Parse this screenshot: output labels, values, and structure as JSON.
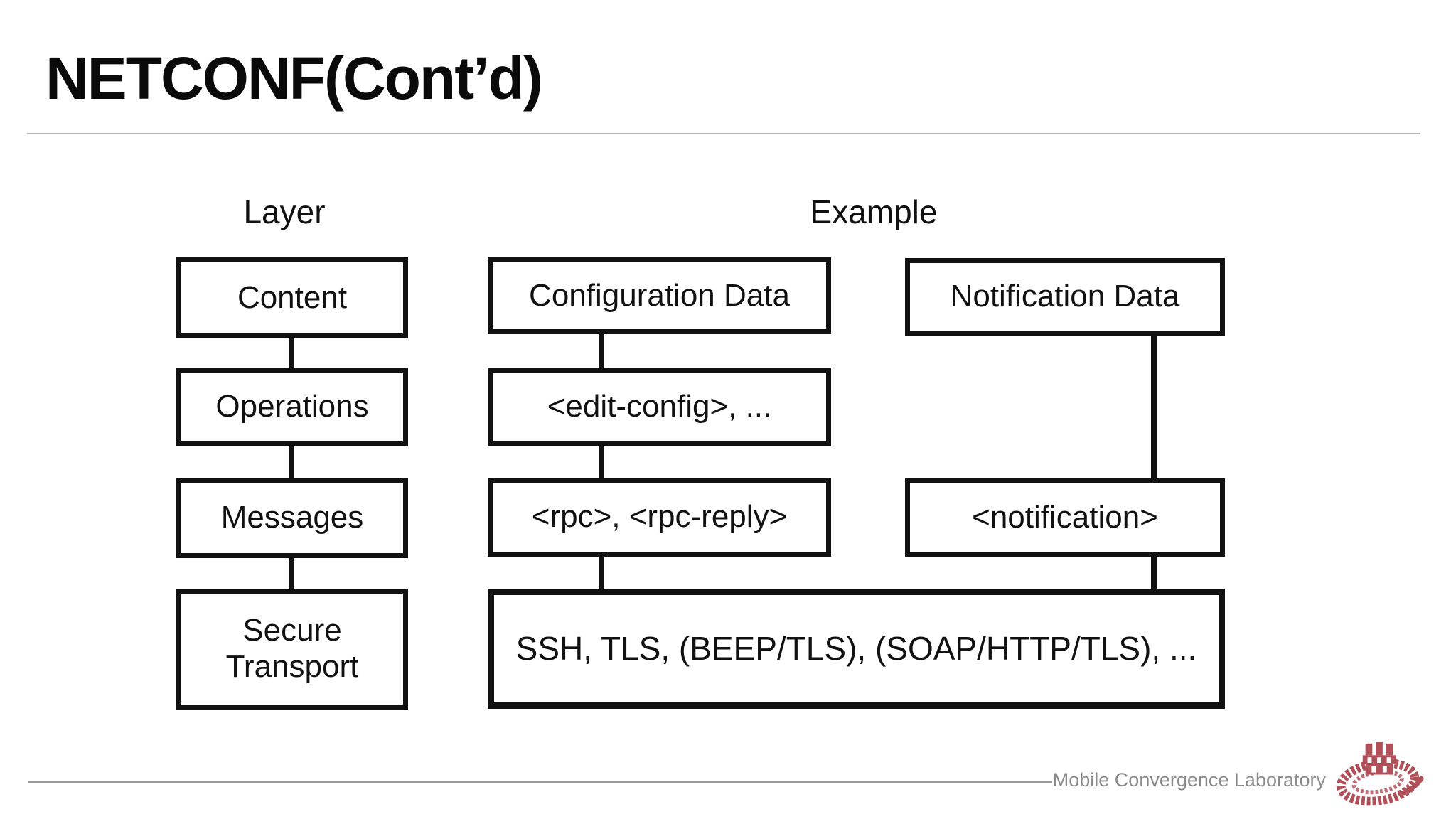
{
  "slide_title": "NETCONF(Cont’d)",
  "diagram": {
    "headers": {
      "layer": "Layer",
      "example": "Example"
    },
    "layers": {
      "content": "Content",
      "operations": "Operations",
      "messages": "Messages",
      "secure_transport": "Secure Transport"
    },
    "examples": {
      "configuration_data": "Configuration Data",
      "edit_config": "<edit-config>, ...",
      "rpc": "<rpc>, <rpc-reply>",
      "notification_data": "Notification Data",
      "notification": "<notification>",
      "secure_transport": "SSH, TLS, (BEEP/TLS), (SOAP/HTTP/TLS), ..."
    }
  },
  "footer": {
    "lab_name": "Mobile Convergence Laboratory",
    "logo": "university-crest-icon"
  },
  "colors": {
    "box_line": "#111111",
    "title_rule": "#b8b8b8",
    "footer_rule": "#9a9a9a",
    "footer_text": "#8a8a8a",
    "logo_red": "#b2505a"
  }
}
